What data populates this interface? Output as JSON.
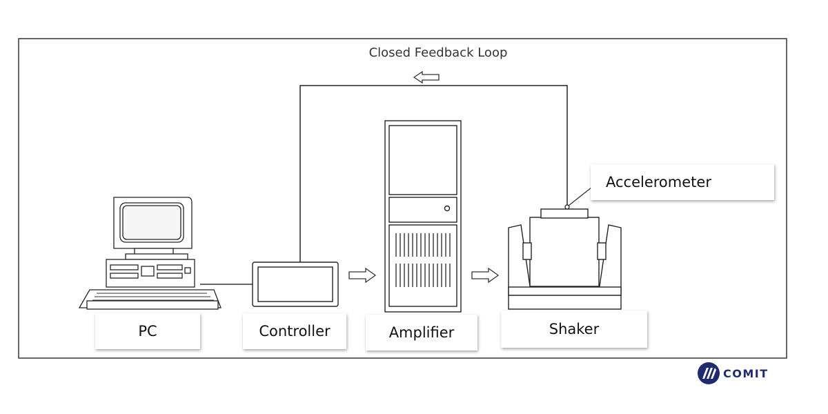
{
  "diagram": {
    "title": "Closed Feedback Loop",
    "labels": {
      "pc": "PC",
      "controller": "Controller",
      "amplifier": "Amplifier",
      "shaker": "Shaker",
      "accelerometer": "Accelerometer"
    }
  },
  "logo": {
    "text": "COMIT",
    "color": "#1f2a70"
  }
}
